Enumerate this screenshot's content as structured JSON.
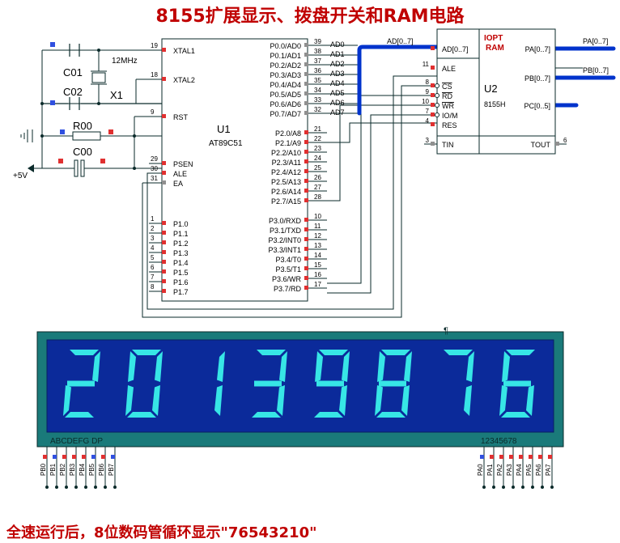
{
  "title": "8155扩展显示、拨盘开关和RAM电路",
  "caption": "全速运行后，8位数码管循环显示\"76543210\"",
  "colors": {
    "wire": "#0a2a2a",
    "bus": "#0033cc",
    "text": "#000000",
    "pin_red": "#e03030",
    "pin_blue": "#3050e0",
    "pin_gray": "#909090",
    "display_bg": "#1a7a7a",
    "display_glass": "#0b2a9a",
    "segment": "#37e6e6",
    "title": "#c00000"
  },
  "u1": {
    "ref": "U1",
    "part": "AT89C51",
    "pins_left": [
      {
        "num": "19",
        "name": "XTAL1"
      },
      {
        "num": "18",
        "name": "XTAL2"
      },
      {
        "num": "9",
        "name": "RST"
      },
      {
        "num": "29",
        "name": "PSEN"
      },
      {
        "num": "30",
        "name": "ALE"
      },
      {
        "num": "31",
        "name": "EA"
      },
      {
        "num": "1",
        "name": "P1.0"
      },
      {
        "num": "2",
        "name": "P1.1"
      },
      {
        "num": "3",
        "name": "P1.2"
      },
      {
        "num": "4",
        "name": "P1.3"
      },
      {
        "num": "5",
        "name": "P1.4"
      },
      {
        "num": "6",
        "name": "P1.5"
      },
      {
        "num": "7",
        "name": "P1.6"
      },
      {
        "num": "8",
        "name": "P1.7"
      }
    ],
    "pins_right": [
      {
        "num": "39",
        "name": "P0.0/AD0"
      },
      {
        "num": "38",
        "name": "P0.1/AD1"
      },
      {
        "num": "37",
        "name": "P0.2/AD2"
      },
      {
        "num": "36",
        "name": "P0.3/AD3"
      },
      {
        "num": "35",
        "name": "P0.4/AD4"
      },
      {
        "num": "34",
        "name": "P0.5/AD5"
      },
      {
        "num": "33",
        "name": "P0.6/AD6"
      },
      {
        "num": "32",
        "name": "P0.7/AD7"
      },
      {
        "num": "21",
        "name": "P2.0/A8"
      },
      {
        "num": "22",
        "name": "P2.1/A9"
      },
      {
        "num": "23",
        "name": "P2.2/A10"
      },
      {
        "num": "24",
        "name": "P2.3/A11"
      },
      {
        "num": "25",
        "name": "P2.4/A12"
      },
      {
        "num": "26",
        "name": "P2.5/A13"
      },
      {
        "num": "27",
        "name": "P2.6/A14"
      },
      {
        "num": "28",
        "name": "P2.7/A15"
      },
      {
        "num": "10",
        "name": "P3.0/RXD"
      },
      {
        "num": "11",
        "name": "P3.1/TXD"
      },
      {
        "num": "12",
        "name": "P3.2/INT0"
      },
      {
        "num": "13",
        "name": "P3.3/INT1"
      },
      {
        "num": "14",
        "name": "P3.4/T0"
      },
      {
        "num": "15",
        "name": "P3.5/T1"
      },
      {
        "num": "16",
        "name": "P3.6/WR"
      },
      {
        "num": "17",
        "name": "P3.7/RD"
      }
    ],
    "ad_labels": [
      "AD0",
      "AD1",
      "AD2",
      "AD3",
      "AD4",
      "AD5",
      "AD6",
      "AD7"
    ]
  },
  "u2": {
    "ref": "U2",
    "part": "8155H",
    "header": [
      "IOPT",
      "RAM"
    ],
    "pins_left": [
      {
        "num": "",
        "name": "AD[0..7]"
      },
      {
        "num": "11",
        "name": "ALE"
      },
      {
        "num": "8",
        "name": "CS"
      },
      {
        "num": "9",
        "name": "RD"
      },
      {
        "num": "10",
        "name": "WR"
      },
      {
        "num": "7",
        "name": "IO/M"
      },
      {
        "num": "4",
        "name": "RES"
      },
      {
        "num": "3",
        "name": "TIN"
      }
    ],
    "pins_right": [
      {
        "num": "",
        "name": "PA[0..7]"
      },
      {
        "num": "",
        "name": "PB[0..7]"
      },
      {
        "num": "",
        "name": "PC[0..5]"
      },
      {
        "num": "6",
        "name": "TOUT"
      }
    ]
  },
  "bus_labels": {
    "ad": "AD[0..7]",
    "pa": "PA[0..7]",
    "pb": "PB[0..7]"
  },
  "parts": {
    "c01": "C01",
    "c02": "C02",
    "x1": "X1",
    "crystal_freq": "12MHz",
    "r00": "R00",
    "c00": "C00",
    "vcc": "+5V"
  },
  "display": {
    "digits": [
      "2",
      "0",
      "1",
      "3",
      "9",
      "8",
      "7",
      "6"
    ],
    "seg_label": "ABCDEFG  DP",
    "pos_label": "12345678",
    "pb_pins": [
      "PB0",
      "PB1",
      "PB2",
      "PB3",
      "PB4",
      "PB5",
      "PB6",
      "PB7"
    ],
    "pa_pins": [
      "PA0",
      "PA1",
      "PA2",
      "PA3",
      "PA4",
      "PA5",
      "PA6",
      "PA7"
    ]
  }
}
